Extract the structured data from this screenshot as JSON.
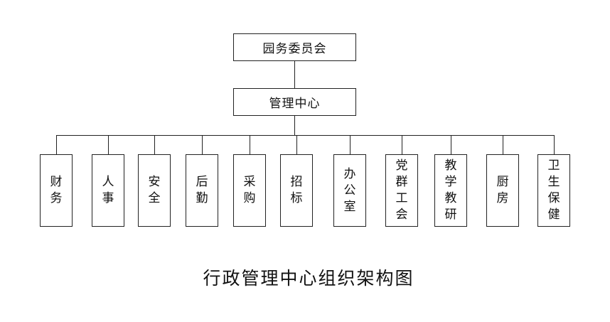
{
  "top_node": {
    "label": "园务委员会"
  },
  "middle_node": {
    "label": "管理中心"
  },
  "departments": [
    {
      "label": "财务"
    },
    {
      "label": "人事"
    },
    {
      "label": "安全"
    },
    {
      "label": "后勤"
    },
    {
      "label": "采购"
    },
    {
      "label": "招标"
    },
    {
      "label": "办公室"
    },
    {
      "label": "党群工会"
    },
    {
      "label": "教学教研"
    },
    {
      "label": "厨房"
    },
    {
      "label": "卫生保健"
    }
  ],
  "caption": "行政管理中心组织架构图"
}
